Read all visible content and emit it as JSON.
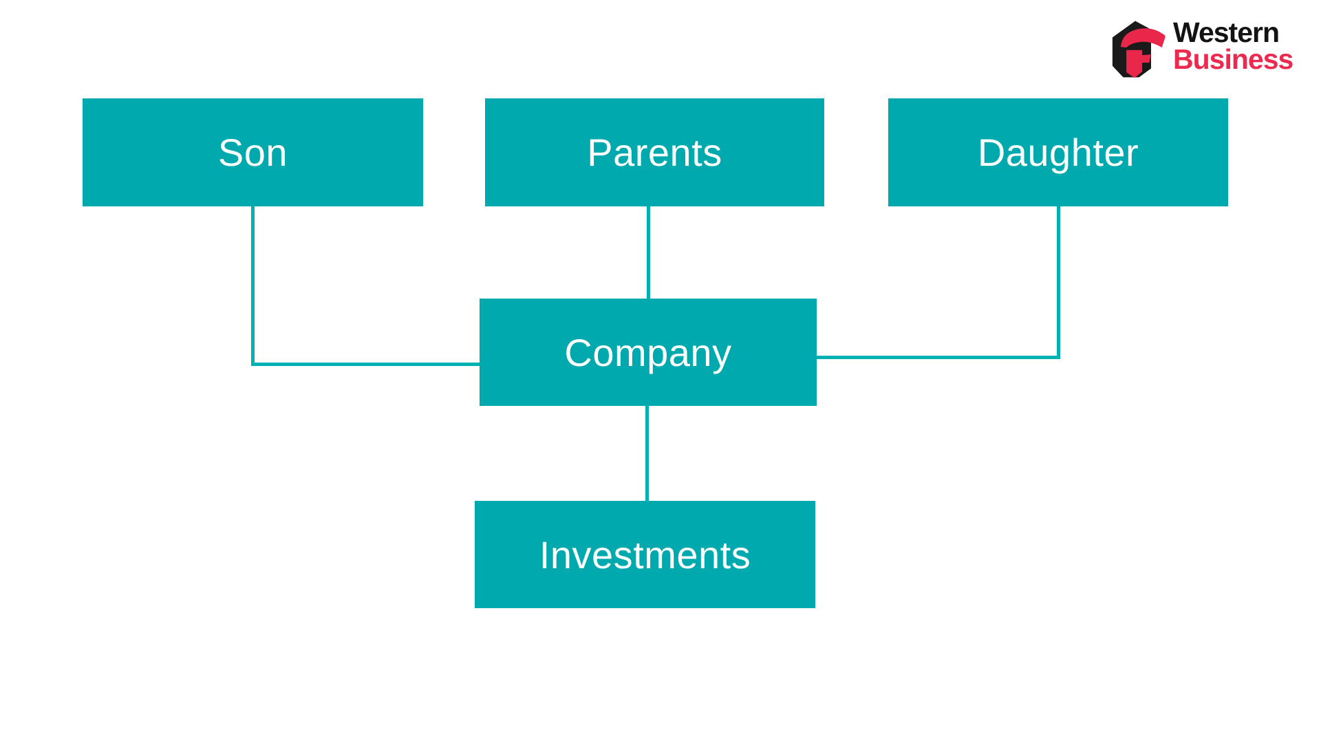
{
  "brand": {
    "line1": "Western",
    "line2": "Business",
    "icon": "western-business-logo-icon"
  },
  "diagram": {
    "type": "org-flow-diagram",
    "nodes": [
      {
        "id": "son",
        "label": "Son"
      },
      {
        "id": "parents",
        "label": "Parents"
      },
      {
        "id": "daughter",
        "label": "Daughter"
      },
      {
        "id": "company",
        "label": "Company"
      },
      {
        "id": "investments",
        "label": "Investments"
      }
    ],
    "edges": [
      {
        "from": "son",
        "to": "company",
        "style": "elbow-down-right"
      },
      {
        "from": "parents",
        "to": "company",
        "style": "straight-down"
      },
      {
        "from": "daughter",
        "to": "company",
        "style": "elbow-down-left"
      },
      {
        "from": "company",
        "to": "investments",
        "style": "straight-down"
      }
    ]
  },
  "colors": {
    "node_fill": "#00a9ad",
    "connector": "#00b1b3",
    "node_text": "#fdffff",
    "brand_black": "#131313",
    "brand_red": "#ec2a4f",
    "background": "#ffffff"
  }
}
